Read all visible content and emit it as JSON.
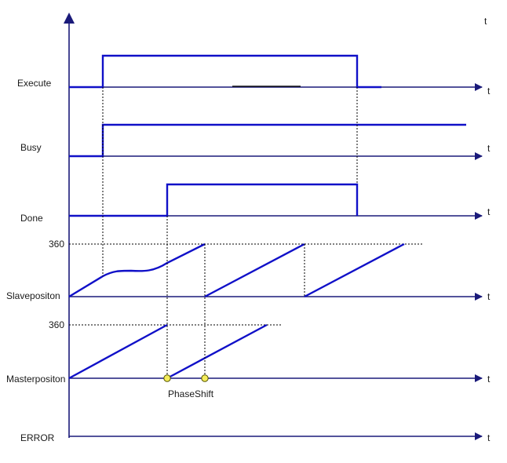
{
  "time_unit": "t",
  "signals": {
    "execute": "Execute",
    "busy": "Busy",
    "done": "Done",
    "slave": "Slavepositon",
    "master": "Masterpositon",
    "error": "ERROR"
  },
  "value_360": "360",
  "phase_shift_label": "PhaseShift",
  "colors": {
    "signal": "#1010c8",
    "axis": "#1a1a7a",
    "marker": "#f4ec5a"
  }
}
